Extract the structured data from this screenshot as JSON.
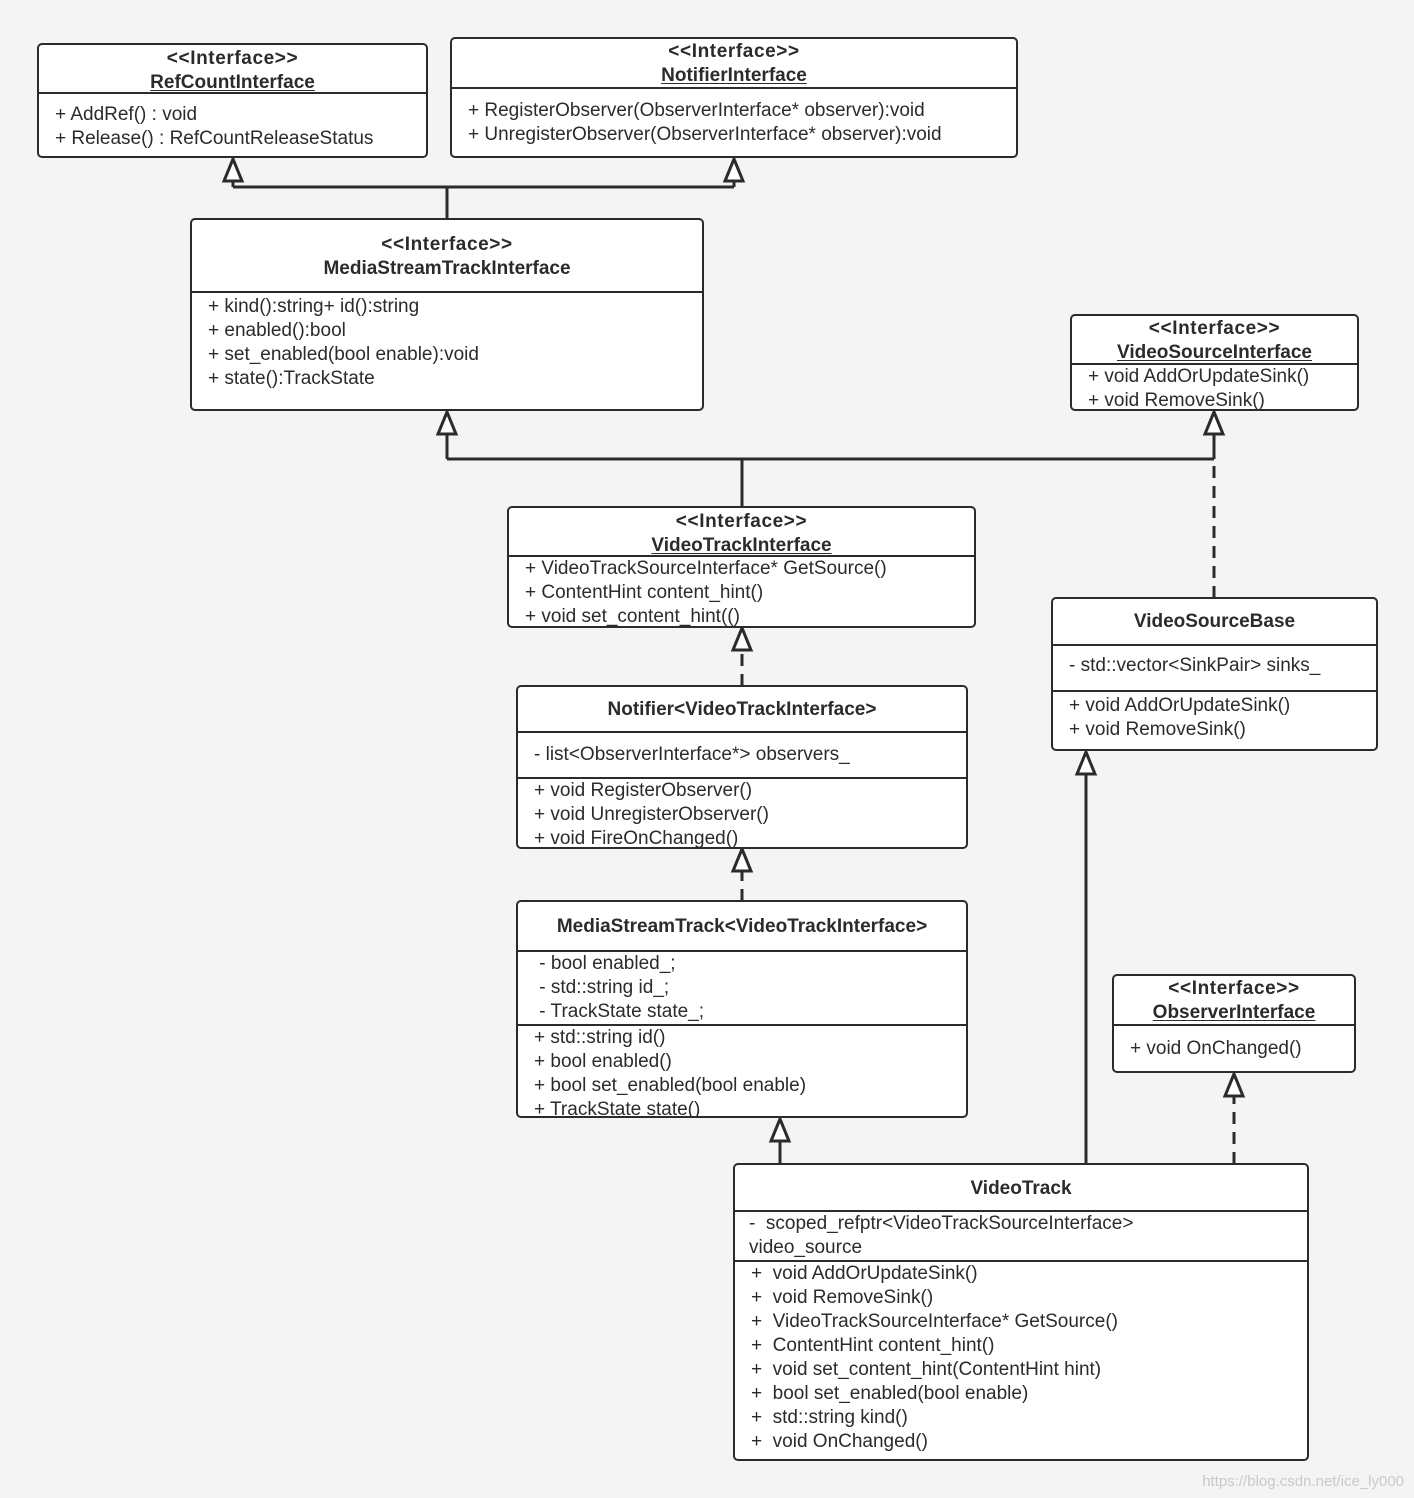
{
  "classes": {
    "ref_count": {
      "stereotype": "<<Interface>>",
      "name": "RefCountInterface",
      "methods": [
        "+ AddRef() : void",
        "+ Release() : RefCountReleaseStatus"
      ]
    },
    "notifier_iface": {
      "stereotype": "<<Interface>>",
      "name": "NotifierInterface",
      "methods": [
        "+ RegisterObserver(ObserverInterface* observer):void",
        "+ UnregisterObserver(ObserverInterface* observer):void"
      ]
    },
    "media_stream_track_iface": {
      "stereotype": "<<Interface>>",
      "name": "MediaStreamTrackInterface",
      "methods": [
        "+ kind():string+ id():string",
        "+ enabled():bool",
        "+ set_enabled(bool enable):void",
        "+ state():TrackState"
      ]
    },
    "video_source_iface": {
      "stereotype": "<<Interface>>",
      "name": "VideoSourceInterface",
      "methods": [
        "+ void AddOrUpdateSink()",
        "+ void RemoveSink()"
      ]
    },
    "video_track_iface": {
      "stereotype": "<<Interface>>",
      "name": "VideoTrackInterface",
      "methods": [
        "+ VideoTrackSourceInterface* GetSource()",
        "+ ContentHint content_hint()",
        "+ void set_content_hint(()"
      ]
    },
    "video_source_base": {
      "name": "VideoSourceBase",
      "attributes": [
        "- std::vector<SinkPair> sinks_"
      ],
      "methods": [
        "+ void AddOrUpdateSink()",
        "+ void RemoveSink()"
      ]
    },
    "notifier_vti": {
      "name": "Notifier<VideoTrackInterface>",
      "attributes": [
        "- list<ObserverInterface*> observers_"
      ],
      "methods": [
        "+ void RegisterObserver()",
        "+ void UnregisterObserver()",
        "+ void FireOnChanged()"
      ]
    },
    "media_stream_track_vti": {
      "name": "MediaStreamTrack<VideoTrackInterface>",
      "attributes": [
        " - bool enabled_;",
        " - std::string id_;",
        " - TrackState state_;"
      ],
      "methods": [
        "+ std::string id()",
        "+ bool enabled()",
        "+ bool set_enabled(bool enable)",
        "+ TrackState state()"
      ]
    },
    "observer_iface": {
      "stereotype": "<<Interface>>",
      "name": "ObserverInterface",
      "methods": [
        "+ void OnChanged()"
      ]
    },
    "video_track": {
      "name": "VideoTrack",
      "attributes": [
        "-  scoped_refptr<VideoTrackSourceInterface>",
        "video_source"
      ],
      "methods": [
        "+  void AddOrUpdateSink()",
        "+  void RemoveSink()",
        "+  VideoTrackSourceInterface* GetSource()",
        "+  ContentHint content_hint()",
        "+  void set_content_hint(ContentHint hint)",
        "+  bool set_enabled(bool enable)",
        "+  std::string kind()",
        "+  void OnChanged()"
      ]
    }
  },
  "relationships": [
    {
      "from": "MediaStreamTrackInterface",
      "to": "RefCountInterface",
      "type": "generalization"
    },
    {
      "from": "MediaStreamTrackInterface",
      "to": "NotifierInterface",
      "type": "generalization"
    },
    {
      "from": "VideoTrackInterface",
      "to": "MediaStreamTrackInterface",
      "type": "generalization"
    },
    {
      "from": "VideoTrackInterface",
      "to": "VideoSourceInterface",
      "type": "generalization"
    },
    {
      "from": "VideoSourceBase",
      "to": "VideoSourceInterface",
      "type": "realization"
    },
    {
      "from": "Notifier<VideoTrackInterface>",
      "to": "VideoTrackInterface",
      "type": "realization"
    },
    {
      "from": "MediaStreamTrack<VideoTrackInterface>",
      "to": "Notifier<VideoTrackInterface>",
      "type": "realization"
    },
    {
      "from": "VideoTrack",
      "to": "MediaStreamTrack<VideoTrackInterface>",
      "type": "generalization"
    },
    {
      "from": "VideoTrack",
      "to": "VideoSourceBase",
      "type": "generalization"
    },
    {
      "from": "VideoTrack",
      "to": "ObserverInterface",
      "type": "realization"
    }
  ],
  "watermark": "https://blog.csdn.net/ice_ly000"
}
